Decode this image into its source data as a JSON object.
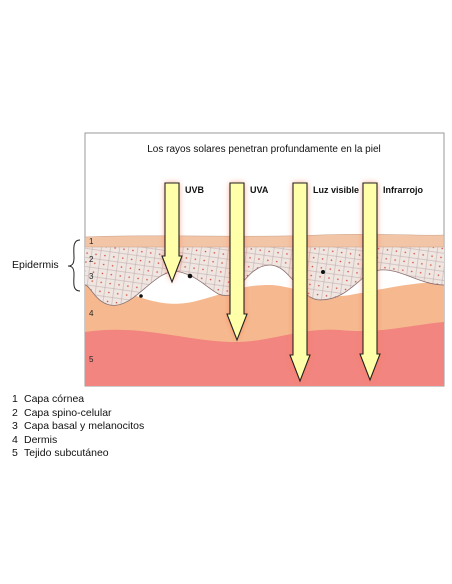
{
  "title": "Los rayos solares penetran profundamente en la piel",
  "epidermis_label": "Epidermis",
  "rays": [
    {
      "label": "UVB"
    },
    {
      "label": "UVA"
    },
    {
      "label": "Luz visible"
    },
    {
      "label": "Infrarrojo"
    }
  ],
  "layer_numbers": [
    "1",
    "2",
    "3",
    "4",
    "5"
  ],
  "legend": [
    {
      "num": "1",
      "text": "Capa córnea"
    },
    {
      "num": "2",
      "text": "Capa spino-celular"
    },
    {
      "num": "3",
      "text": "Capa basal y melanocitos"
    },
    {
      "num": "4",
      "text": "Dermis"
    },
    {
      "num": "5",
      "text": "Tejido subcutáneo"
    }
  ],
  "colors": {
    "arrow_fill": "#ffffaa",
    "arrow_glow": "#ff7755",
    "stratum_corneum": "#f2c5a6",
    "epidermis": "#f0e6e1",
    "dermis": "#f6b98f",
    "subcutaneous": "#f2857f",
    "cell_dots": "#d0483a"
  }
}
